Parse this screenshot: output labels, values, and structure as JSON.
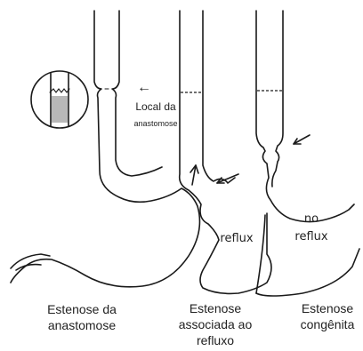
{
  "annotation": {
    "arrow_glyph": "←",
    "line1": "Local da",
    "line2": "anastomose"
  },
  "inset_label": "~~",
  "stomach_labels": {
    "middle": "reflux",
    "right_line1": "no",
    "right_line2": "reflux"
  },
  "captions": [
    {
      "lines": [
        "Estenose da",
        "anastomose"
      ]
    },
    {
      "lines": [
        "Estenose",
        "associada ao",
        "refluxo"
      ]
    },
    {
      "lines": [
        "Estenose",
        "congênita"
      ]
    }
  ]
}
